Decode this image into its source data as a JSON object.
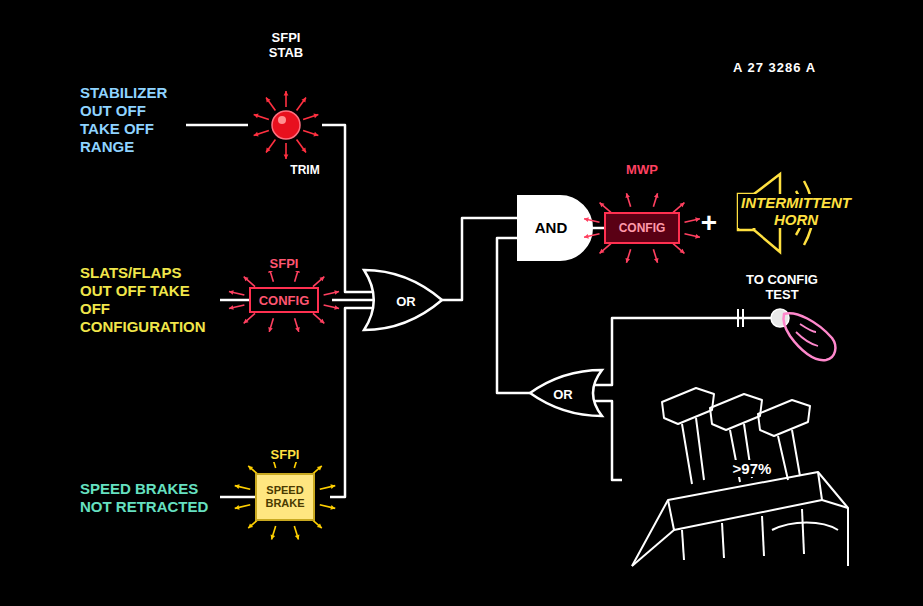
{
  "diagram": {
    "nodes": [
      {
        "text": [
          "SFPI STAB",
          "TRIM"
        ]
      },
      {
        "text": [
          "SFPI",
          "CONFIG"
        ]
      },
      {
        "text": [
          "SFPI",
          "SPEED BRAKE"
        ]
      },
      {
        "text": [
          "OR"
        ]
      },
      {
        "text": [
          "AND"
        ]
      },
      {
        "text": [
          "MWP",
          "CONFIG"
        ]
      },
      {
        "text": [
          "INTERMITTENT HORN"
        ]
      },
      {
        "text": [
          "TO CONFIG TEST"
        ]
      },
      {
        "text": [
          "OR"
        ]
      },
      {
        "text": [
          ">97%"
        ]
      }
    ],
    "edges": [
      {
        "from": 0,
        "to": 3,
        "arrow": "none"
      },
      {
        "from": 1,
        "to": 3,
        "arrow": "none"
      },
      {
        "from": 2,
        "to": 3,
        "arrow": "none"
      },
      {
        "from": 3,
        "to": 4,
        "arrow": "none"
      },
      {
        "from": 4,
        "to": 5,
        "arrow": "none"
      },
      {
        "from": 7,
        "to": 8,
        "arrow": "none"
      },
      {
        "from": 9,
        "to": 8,
        "arrow": "none"
      },
      {
        "from": 8,
        "to": 4,
        "arrow": "none"
      }
    ],
    "labels": [
      "A 27 3286 A",
      "STABILIZER OUT OFF TAKE OFF RANGE",
      "SLATS/FLAPS OUT OFF TAKE OFF CONFIGURATION",
      "SPEED BRAKES NOT RETRACTED",
      "+"
    ]
  }
}
